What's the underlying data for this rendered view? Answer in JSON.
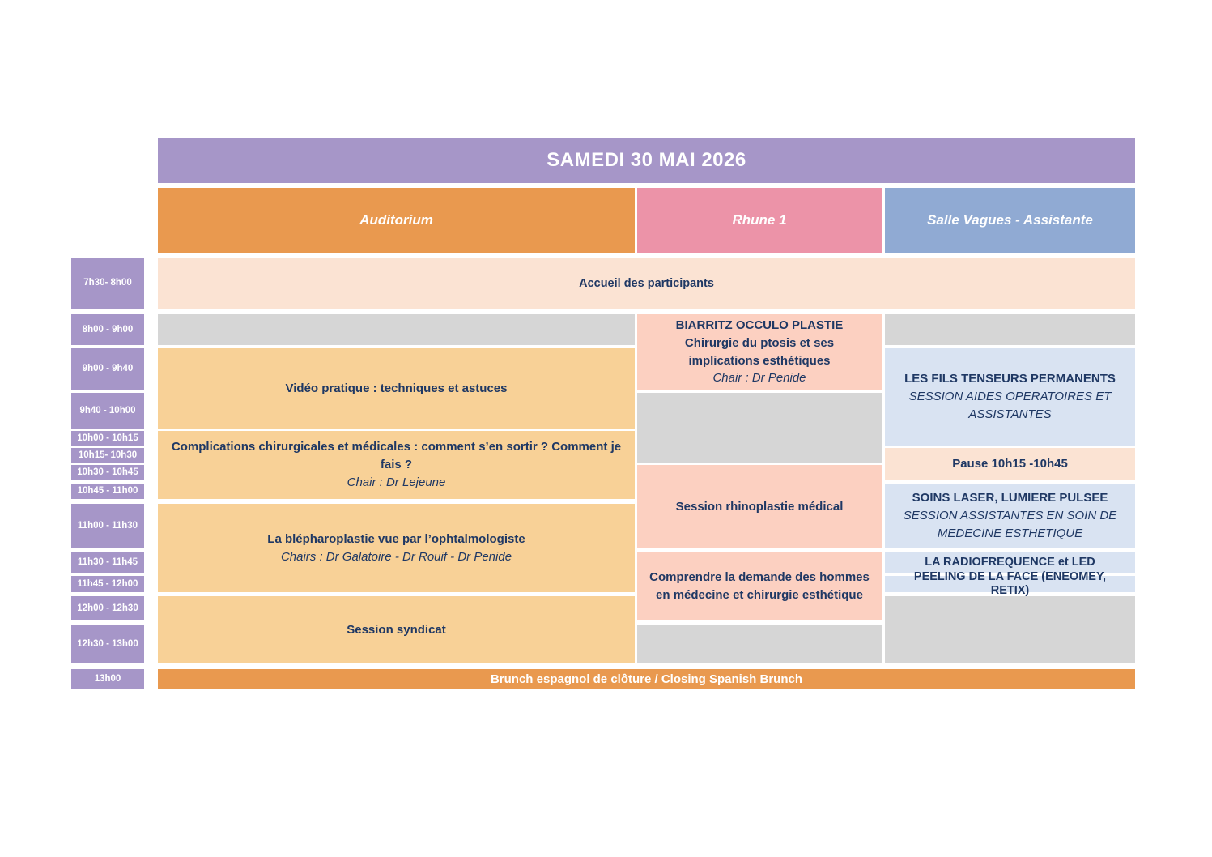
{
  "document": {
    "title": "SAMEDI 30 MAI 2026"
  },
  "palette": {
    "header_purple": "#a696c8",
    "auditorium_orange": "#e9994f",
    "rhune_pink": "#ec93a8",
    "vagues_blue": "#90aad3",
    "auditorium_event": "#f8d197",
    "rhune_event": "#fcd0c1",
    "vagues_event": "#d9e3f2",
    "peach_band": "#fbe3d3",
    "empty_grey": "#d6d6d6",
    "text_navy": "#1f3864"
  },
  "columns": [
    {
      "label": "Auditorium"
    },
    {
      "label": "Rhune 1"
    },
    {
      "label": "Salle Vagues - Assistante"
    }
  ],
  "time_slots": [
    "7h30- 8h00",
    "8h00 - 9h00",
    "9h00 - 9h40",
    "9h40 - 10h00",
    "10h00 - 10h15",
    "10h15- 10h30",
    "10h30 - 10h45",
    "10h45 - 11h00",
    "11h00 - 11h30",
    "11h30 - 11h45",
    "11h45 - 12h00",
    "12h00 - 12h30",
    "12h30 - 13h00",
    "13h00"
  ],
  "full_width_events": {
    "accueil": "Accueil des participants",
    "brunch": "Brunch espagnol de clôture / Closing Spanish Brunch"
  },
  "auditorium_events": {
    "video": {
      "title": "Vidéo pratique : techniques et astuces"
    },
    "complications": {
      "title": "Complications chirurgicales et médicales : comment s’en sortir ? Comment je fais ?",
      "chair": "Chair : Dr Lejeune"
    },
    "blepharoplastie": {
      "title": "La blépharoplastie vue par l’ophtalmologiste",
      "chair": "Chairs : Dr Galatoire - Dr Rouif -  Dr Penide"
    },
    "syndicat": {
      "title": "Session syndicat"
    }
  },
  "rhune1_events": {
    "occulo_plastie": {
      "title": "BIARRITZ OCCULO PLASTIE",
      "subtitle": "Chirurgie du ptosis et ses implications esthétiques",
      "chair": "Chair : Dr Penide"
    },
    "rhinoplastie": {
      "title": "Session rhinoplastie médical"
    },
    "demande_hommes": {
      "title": "Comprendre la demande des hommes en médecine et chirurgie esthétique"
    }
  },
  "vagues_events": {
    "fils_tenseurs": {
      "title": "LES FILS TENSEURS PERMANENTS",
      "subtitle": "SESSION AIDES  OPERATOIRES ET ASSISTANTES"
    },
    "pause": {
      "title": "Pause 10h15 -10h45"
    },
    "soins_laser": {
      "title": "SOINS LASER, LUMIERE PULSEE",
      "subtitle": "SESSION ASSISTANTES EN SOIN DE MEDECINE ESTHETIQUE"
    },
    "radiofrequence": {
      "title": "LA RADIOFREQUENCE et LED"
    },
    "peeling": {
      "title": "PEELING DE LA FACE (ENEOMEY, RETIX)"
    }
  }
}
